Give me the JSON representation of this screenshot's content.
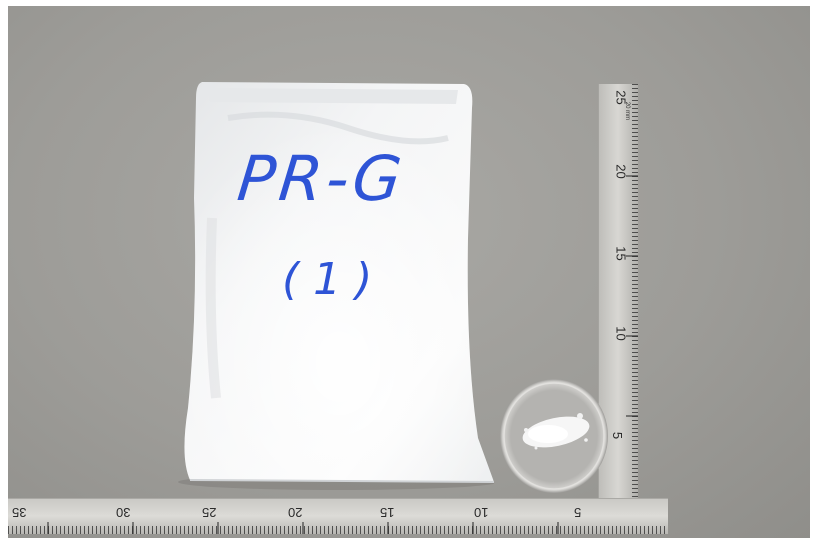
{
  "photo": {
    "bag_label": {
      "code": "PR-G",
      "number": "(1)"
    },
    "ruler_horizontal": {
      "ticks": [
        "35",
        "30",
        "25",
        "20",
        "15",
        "10",
        "5"
      ]
    },
    "ruler_vertical": {
      "ticks": [
        "25",
        "20",
        "15",
        "10",
        "5"
      ],
      "unit": "20 mm"
    }
  }
}
